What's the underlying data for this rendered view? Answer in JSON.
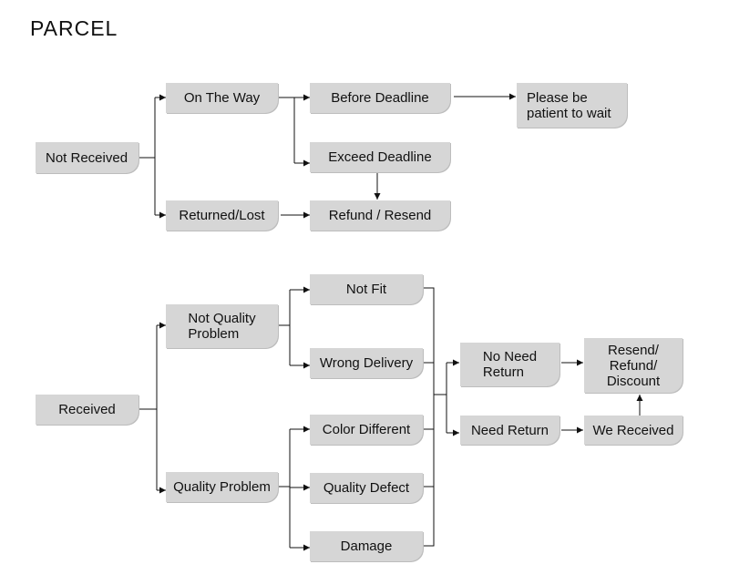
{
  "title": "PARCEL",
  "nodes": {
    "not_received": "Not Received",
    "on_the_way": "On The Way",
    "returned_lost": "Returned/Lost",
    "before_deadline": "Before Deadline",
    "exceed_deadline": "Exceed Deadline",
    "refund_resend": "Refund / Resend",
    "please_wait": "Please be\npatient to wait",
    "received": "Received",
    "not_quality_problem": "Not Quality\nProblem",
    "quality_problem": "Quality Problem",
    "not_fit": "Not Fit",
    "wrong_delivery": "Wrong Delivery",
    "color_different": "Color Different",
    "quality_defect": "Quality Defect",
    "damage": "Damage",
    "no_need_return": "No Need\nReturn",
    "need_return": "Need Return",
    "resend_refund_discount": "Resend/\nRefund/\nDiscount",
    "we_received": "We Received"
  }
}
